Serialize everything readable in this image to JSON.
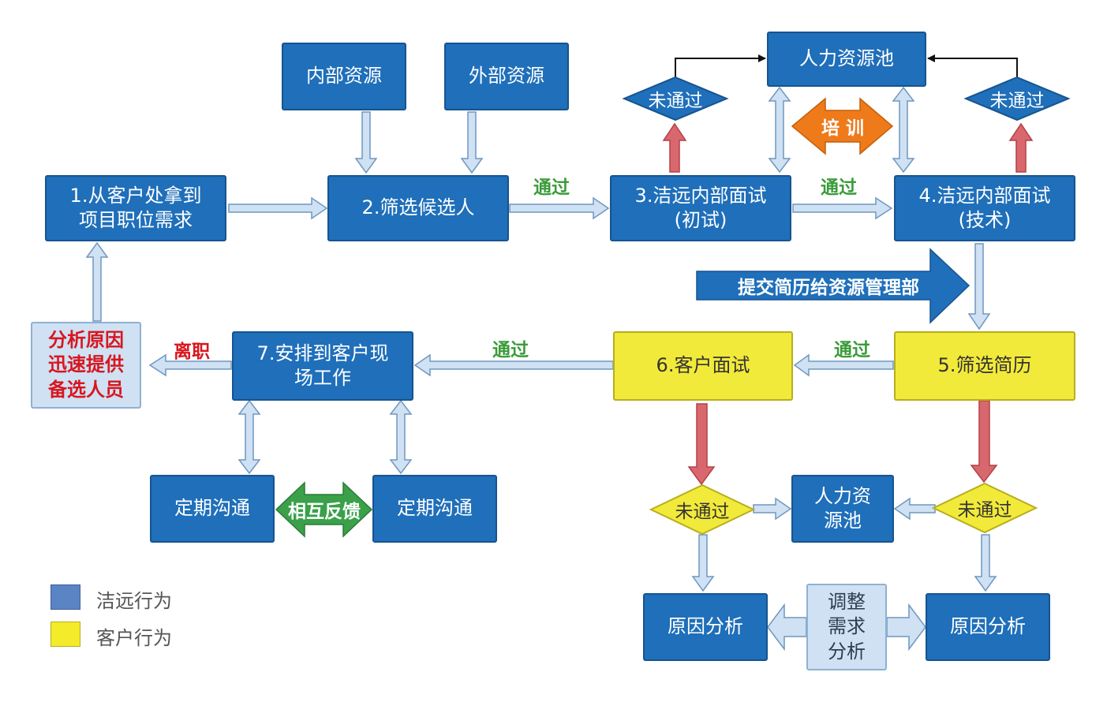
{
  "nodes": {
    "step1": "1.从客户处拿到\n项目职位需求",
    "step2": "2.筛选候选人",
    "step3": "3.洁远内部面试\n(初试)",
    "step4": "4.洁远内部面试\n(技术)",
    "step5": "5.筛选简历",
    "step6": "6.客户面试",
    "step7": "7.安排到客户现\n场工作",
    "internal_source": "内部资源",
    "external_source": "外部资源",
    "talent_pool_top": "人力资源池",
    "talent_pool_bottom": "人力资\n源池",
    "analyze_replace": "分析原因\n迅速提供\n备选人员",
    "regular_comm_left": "定期沟通",
    "regular_comm_right": "定期沟通",
    "cause_analysis_left": "原因分析",
    "cause_analysis_right": "原因分析",
    "adjust_needs": "调整\n需求\n分析"
  },
  "decisions": {
    "not_passed_top_left": "未通过",
    "not_passed_top_right": "未通过",
    "not_passed_bottom_left": "未通过",
    "not_passed_bottom_right": "未通过"
  },
  "arrows": {
    "training": "培 训",
    "mutual_feedback": "相互反馈",
    "submit_resume": "提交简历给资源管理部"
  },
  "edge_labels": {
    "pass_2_3": "通过",
    "pass_3_4": "通过",
    "pass_5_6": "通过",
    "pass_6_7": "通过",
    "resign": "离职"
  },
  "legend": {
    "jieyuan": "洁远行为",
    "client": "客户行为"
  },
  "colors": {
    "node_blue": "#1f6fba",
    "node_yellow": "#f2ea3a",
    "arrow_light_blue": "#cfe1f3",
    "arrow_red": "#d9686e",
    "arrow_orange": "#ee7a1a",
    "arrow_green": "#3aa04a",
    "label_green": "#3a9b3a",
    "label_red": "#d8161f"
  }
}
